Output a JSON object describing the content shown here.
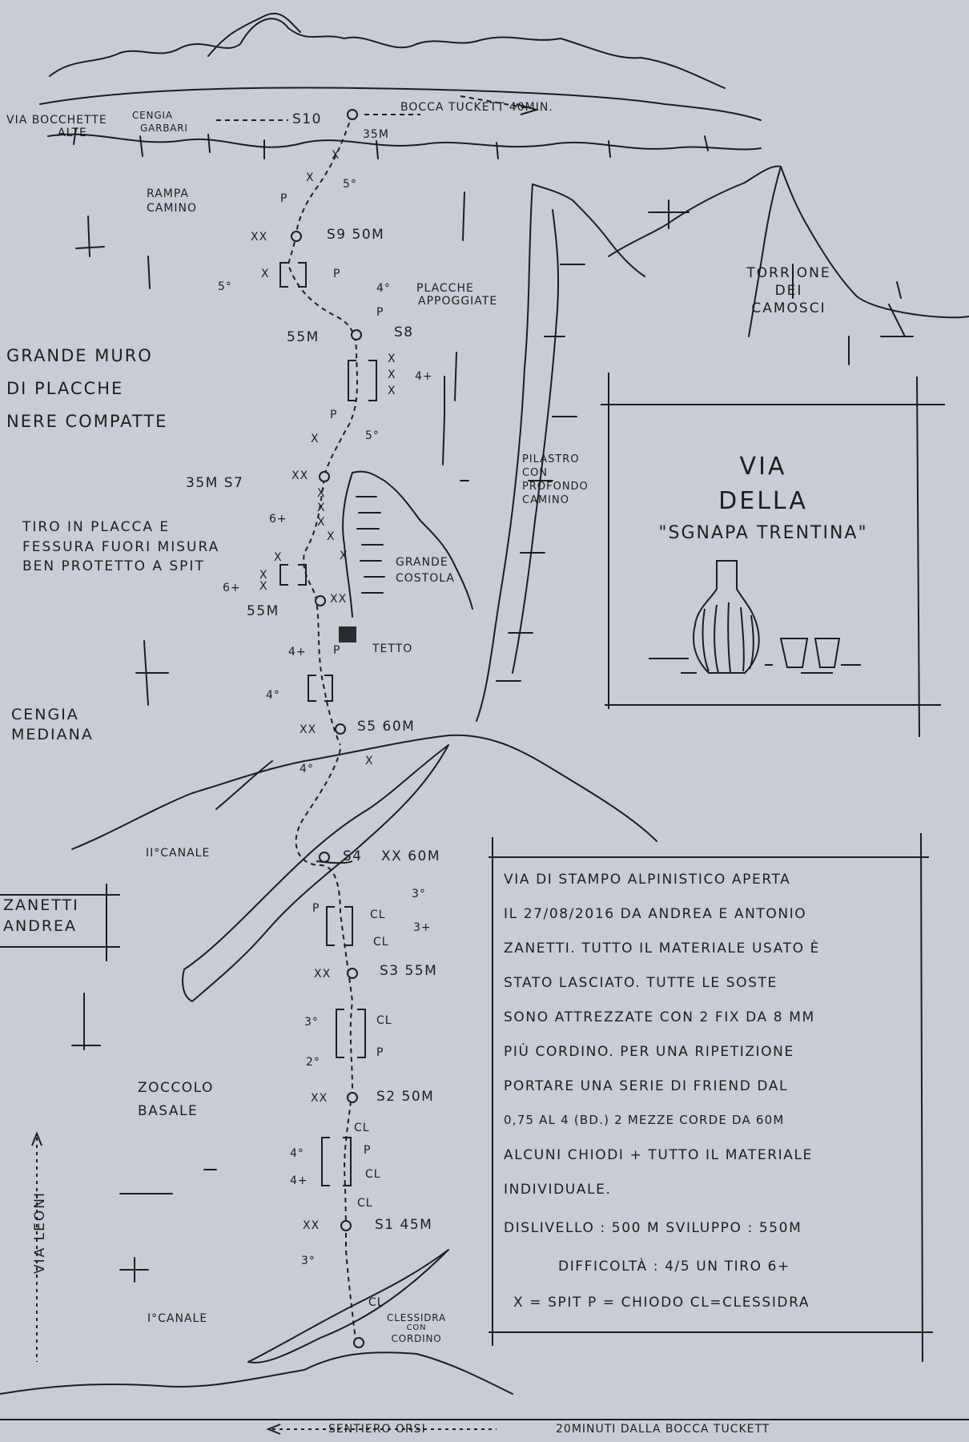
{
  "top": {
    "via_bocchette": "Via Bocchette",
    "alte": "Alte",
    "cengia": "Cengia",
    "garbari": "Garbari",
    "s10": "S10",
    "bocca_tuckett": "Bocca Tuckett 40min.",
    "pitch_35m_top": "35m"
  },
  "area_labels": {
    "rampa": "Rampa",
    "camino": "Camino",
    "grande_muro": [
      "Grande Muro",
      "di Placche",
      "Nere Compatte"
    ],
    "placche": "Placche",
    "appoggiate": "Appoggiate",
    "tiro_in_placca": [
      "Tiro in Placca e",
      "Fessura fuori misura",
      "Ben protetto a spit"
    ],
    "grande": "Grande",
    "costola": "Costola",
    "tetto": "Tetto",
    "cengia_mediana": [
      "Cengia",
      "Mediana"
    ],
    "pilastro": [
      "Pilastro",
      "con",
      "Profondo",
      "Camino"
    ],
    "torrione": [
      "Torrione",
      "dei",
      "Camosci"
    ],
    "canale_ii": "II°canale",
    "canale_i": "I°canale",
    "zoccolo": "Zoccolo",
    "basale": "Basale",
    "clessidra": [
      "Clessidra",
      "con",
      "cordino"
    ]
  },
  "route_marks": {
    "s9": "S9 50m",
    "s8": "S8",
    "s7": "35m S7",
    "s5": "S5 60m",
    "s4": "S4",
    "s4_len": "xx 60m",
    "s3": "S3 55m",
    "s2": "S2 50m",
    "s1": "S1 45m",
    "m55_s8": "55m",
    "m55_s6": "55m",
    "xx": "xx",
    "x": "x",
    "p": "P",
    "cl": "CL",
    "g5": "5°",
    "g4": "4°",
    "g4p": "4+",
    "g6p": "6+",
    "g3": "3°",
    "g3p": "3+",
    "g2": "2°"
  },
  "title_box": {
    "line1": "Via",
    "line2": "Della",
    "line3": "\"Sgnapa Trentina\""
  },
  "name_box": [
    "Zanetti",
    "Andrea"
  ],
  "info_box": {
    "lines": [
      "Via di stampo alpinistico aperta",
      "il 27/08/2016 da Andrea e Antonio",
      "Zanetti. Tutto il materiale usato è",
      "stato lasciato. Tutte le soste",
      "sono attrezzate con 2 fix da 8 mm",
      "più cordino. Per una ripetizione",
      "portare una serie di friend dal",
      "0,75 al 4 (BD.) 2 mezze corde da 60m",
      "Alcuni chiodi + tutto il materiale",
      "individuale."
    ],
    "dislivello": "Dislivello : 500 m   Sviluppo : 550m",
    "difficolta": "Difficoltà : 4/5 un tiro 6+",
    "legend": "x = spit   P = chiodo   CL=clessidra"
  },
  "bottom": {
    "via_leoni": "Via Leoni",
    "sentiero_orsi": "Sentiero Orsi",
    "minuti": "20minuti dalla Bocca Tuckett"
  }
}
